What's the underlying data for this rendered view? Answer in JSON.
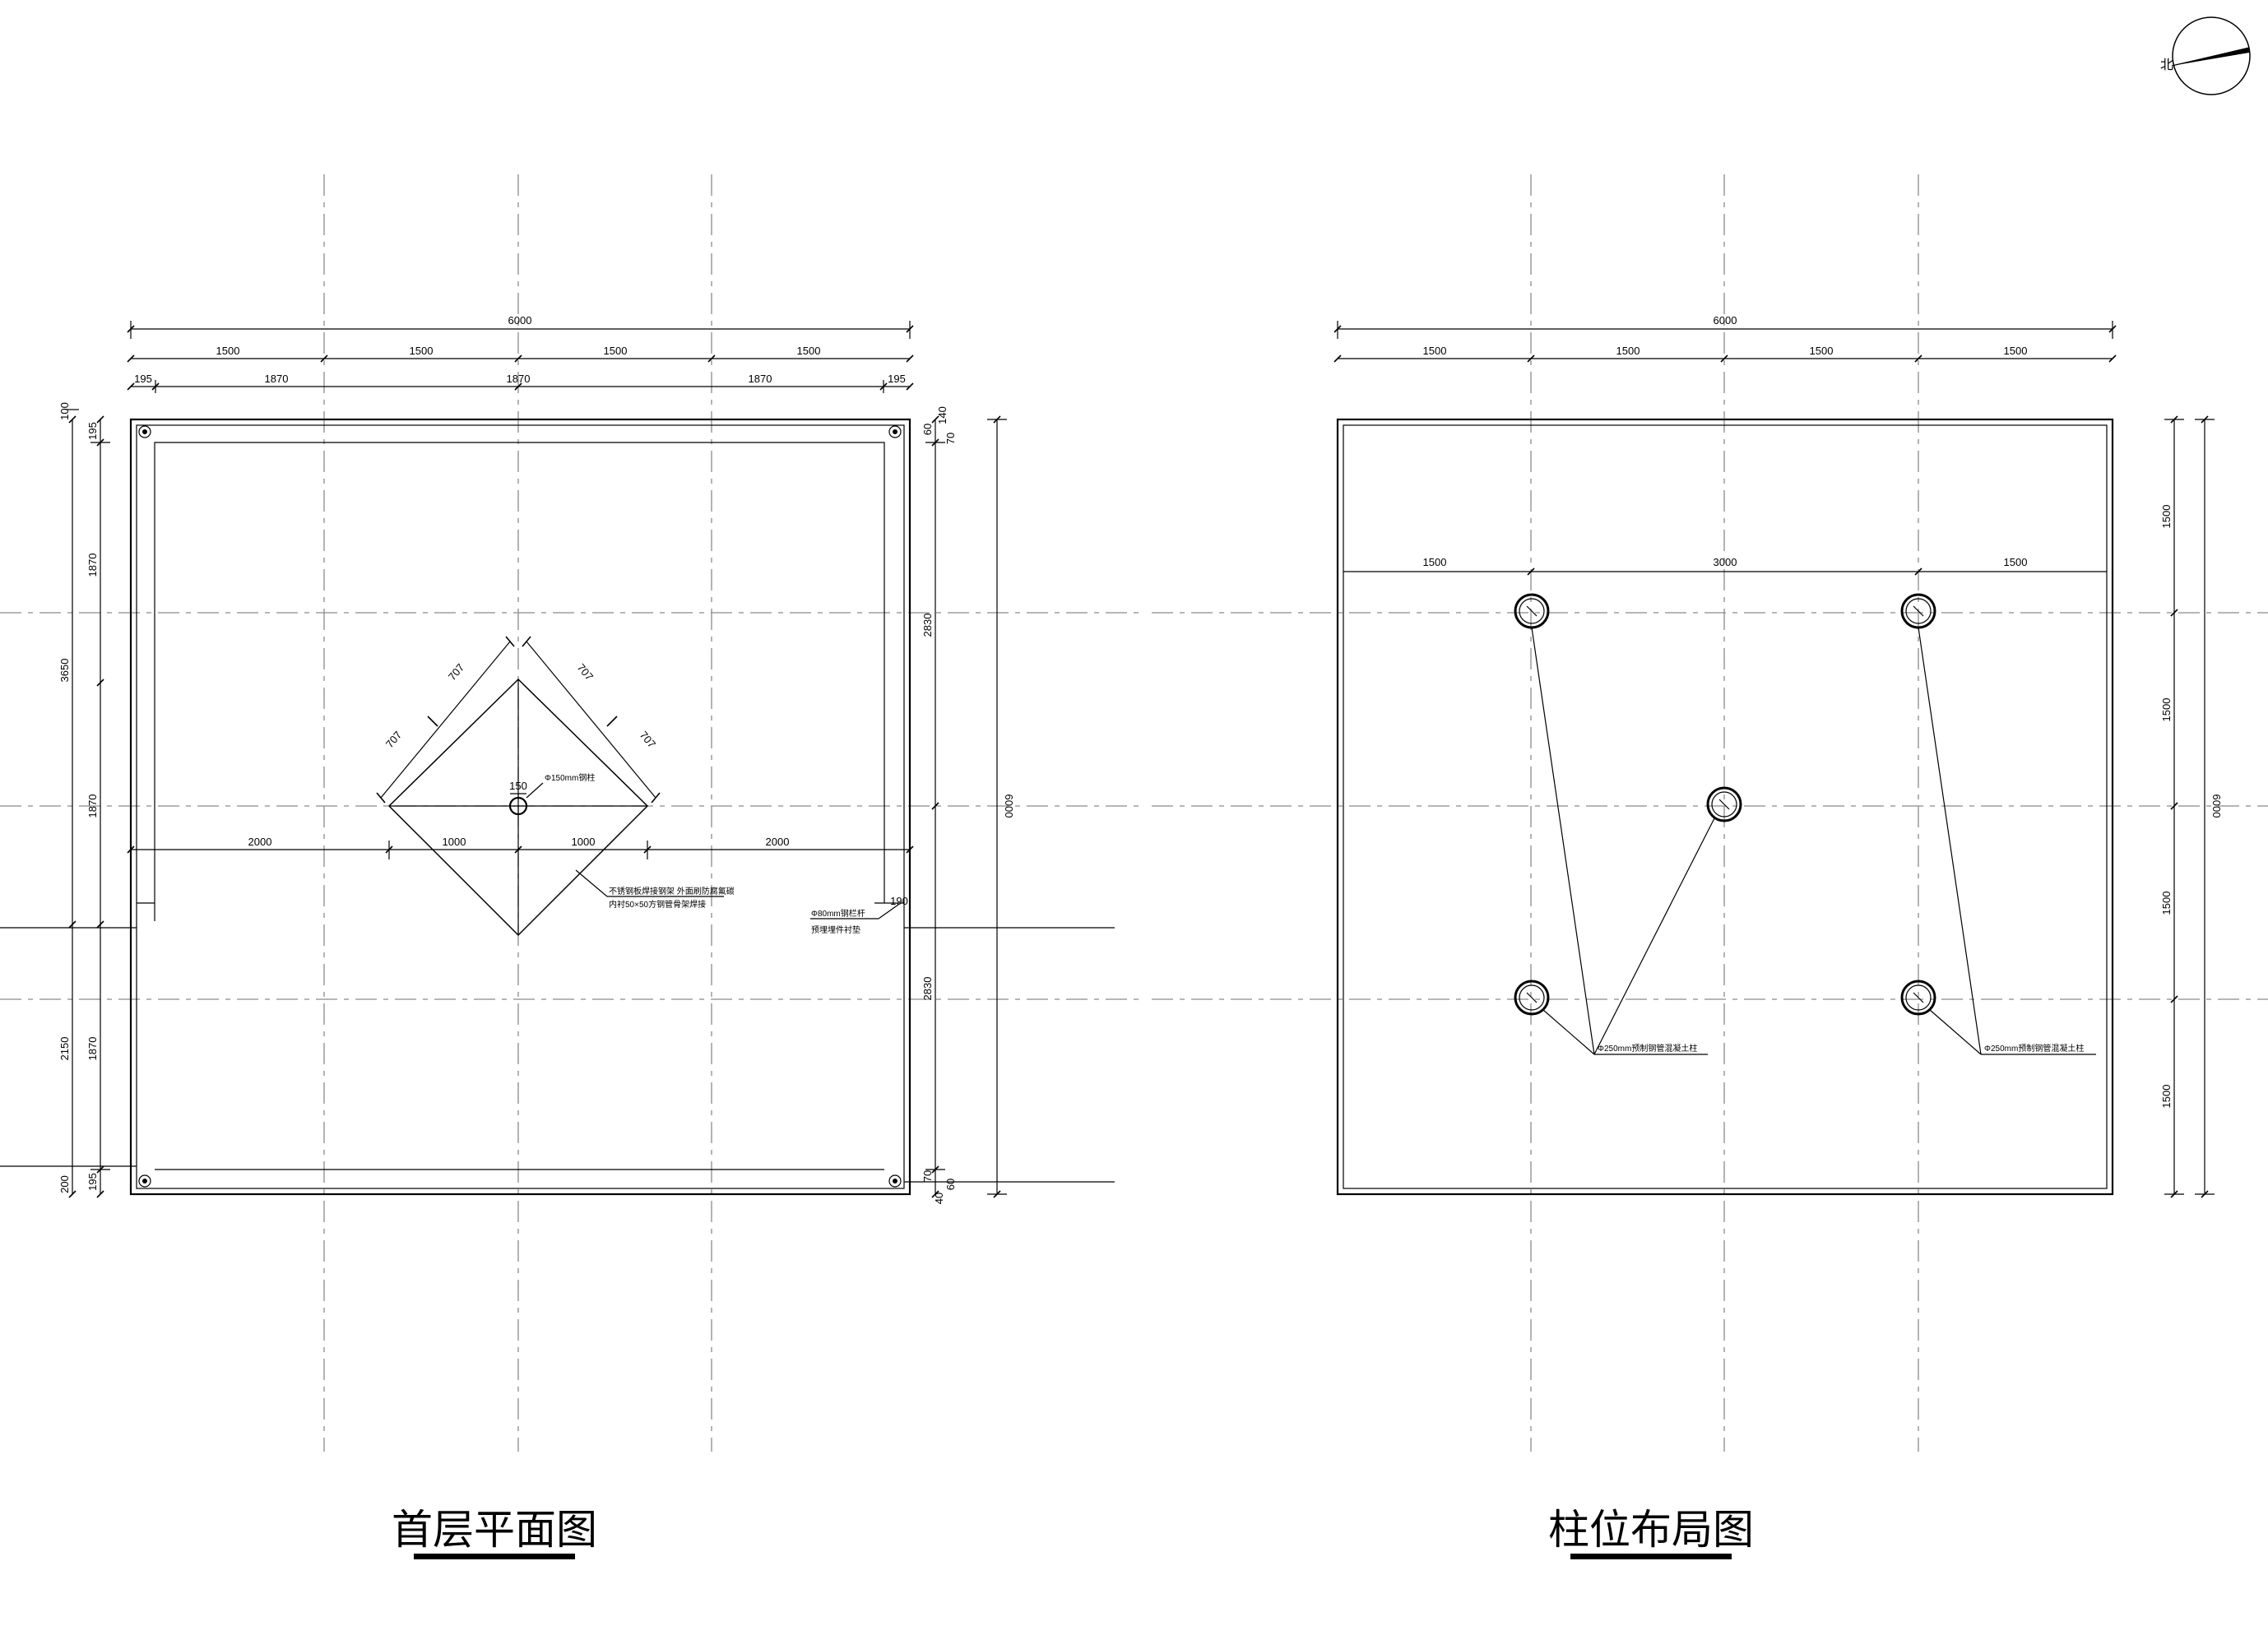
{
  "north_arrow": {
    "label": "北"
  },
  "floor_plan": {
    "title": "首层平面图",
    "dims_top": {
      "overall": "6000",
      "grid": [
        "1500",
        "1500",
        "1500",
        "1500"
      ],
      "inner": [
        "195",
        "1870",
        "1870",
        "1870",
        "195"
      ]
    },
    "dims_left": {
      "outer": [
        "100",
        "3650",
        "2150",
        "200"
      ],
      "inner": [
        "195",
        "1870",
        "1870",
        "1870",
        "195"
      ]
    },
    "dims_right": {
      "top": [
        "60",
        "140",
        "70"
      ],
      "mid": [
        "2830",
        "2830"
      ],
      "bottom": [
        "70",
        "60",
        "40"
      ],
      "overall": "6000"
    },
    "dims_center": {
      "row": [
        "2000",
        "1000",
        "1000",
        "2000"
      ],
      "diamond": [
        "707",
        "707",
        "707",
        "707"
      ],
      "small": "150",
      "right_small": "190"
    },
    "notes": {
      "center_column": "Φ150mm钢柱",
      "diamond_line1": "不锈钢板焊接钢架 外面刷防腐氟碳",
      "diamond_line2": "内衬50×50方钢管骨架焊接",
      "rail_line1": "Φ80mm钢栏杆",
      "rail_line2": "预埋埋件衬垫"
    }
  },
  "column_plan": {
    "title": "柱位布局图",
    "dims_top": {
      "overall": "6000",
      "grid": [
        "1500",
        "1500",
        "1500",
        "1500"
      ]
    },
    "dims_inner": [
      "1500",
      "3000",
      "1500"
    ],
    "dims_right": {
      "segments": [
        "1500",
        "1500",
        "1500",
        "1500"
      ],
      "overall": "6000"
    },
    "notes": {
      "left": "Φ250mm预制钢管混凝土柱",
      "right": "Φ250mm预制钢管混凝土柱"
    }
  }
}
